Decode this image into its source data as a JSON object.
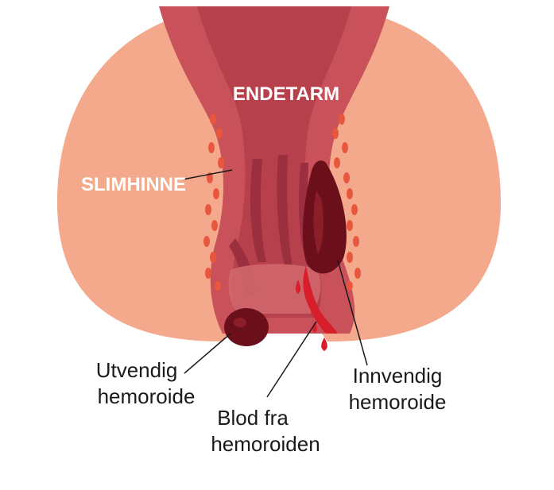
{
  "labels": {
    "rectum": "ENDETARM",
    "mucosa": "SLIMHINNE",
    "external_line1": "Utvendig",
    "external_line2": "hemoroide",
    "blood_line1": "Blod fra",
    "blood_line2": "hemoroiden",
    "internal_line1": "Innvendig",
    "internal_line2": "hemoroide"
  },
  "colors": {
    "skin": "#f4a98c",
    "rectum_wall": "#c9525a",
    "rectum_inner": "#a83a48",
    "hemorrhoid": "#6b0f1a",
    "blood": "#d81e2a",
    "fat_cells": "#e8573d"
  }
}
